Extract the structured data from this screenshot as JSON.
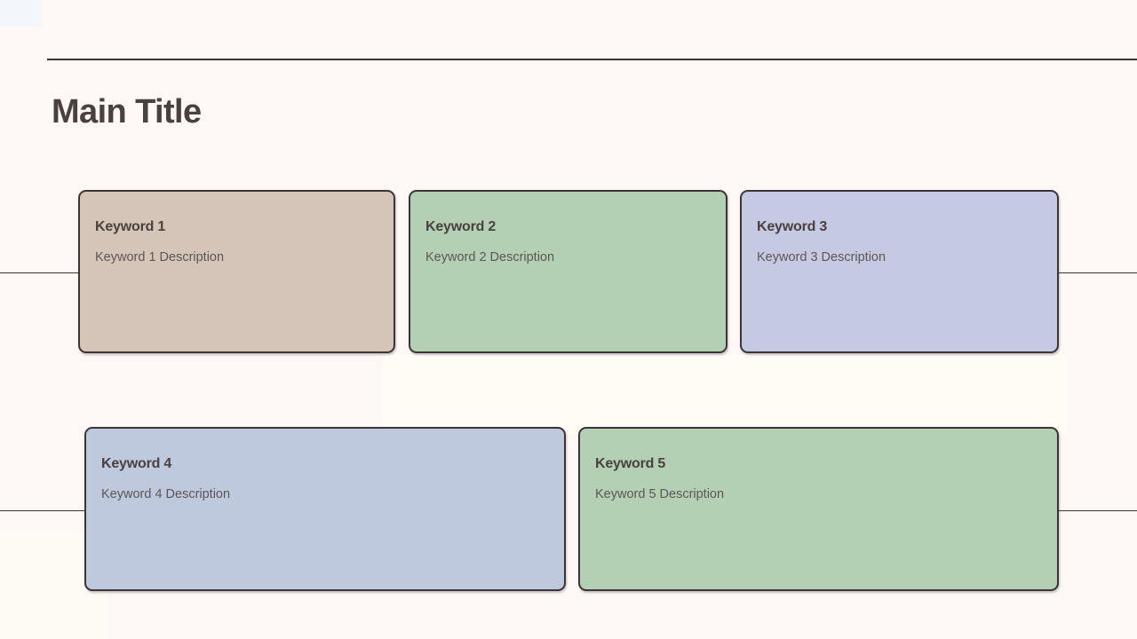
{
  "slide": {
    "title": "Main Title",
    "background_color": "#fdf8f6",
    "title_color": "#4b4040",
    "rule_color": "#3c3335"
  },
  "cards": [
    {
      "id": "card-1",
      "title": "Keyword 1",
      "description": "Keyword 1 Description",
      "fill_color": "#d5c5b8",
      "border_color": "#3e3338"
    },
    {
      "id": "card-2",
      "title": "Keyword 2",
      "description": "Keyword 2 Description",
      "fill_color": "#b4d0b4",
      "border_color": "#3e3338"
    },
    {
      "id": "card-3",
      "title": "Keyword 3",
      "description": "Keyword 3 Description",
      "fill_color": "#c6c9e2",
      "border_color": "#3e3338"
    },
    {
      "id": "card-4",
      "title": "Keyword 4",
      "description": "Keyword 4 Description",
      "fill_color": "#bfc9dd",
      "border_color": "#3e3338"
    },
    {
      "id": "card-5",
      "title": "Keyword 5",
      "description": "Keyword 5 Description",
      "fill_color": "#b4d0b4",
      "border_color": "#3e3338"
    }
  ]
}
